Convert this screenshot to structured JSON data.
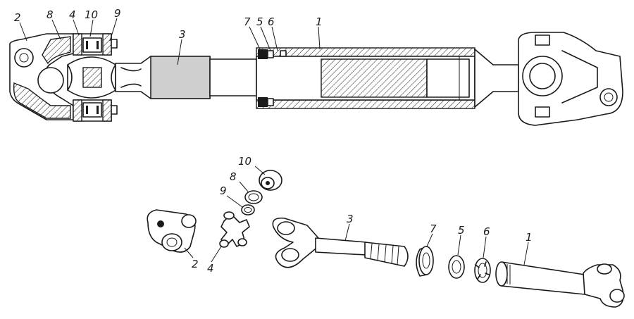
{
  "diagram": {
    "assembled_view": {
      "labels": [
        {
          "id": "yoke",
          "text": "2"
        },
        {
          "id": "seal",
          "text": "8"
        },
        {
          "id": "cross",
          "text": "4"
        },
        {
          "id": "bearing_cup",
          "text": "10"
        },
        {
          "id": "ring",
          "text": "9"
        },
        {
          "id": "shaft",
          "text": "3"
        },
        {
          "id": "boot_ring",
          "text": "7"
        },
        {
          "id": "seal_ring",
          "text": "5"
        },
        {
          "id": "lock_ring",
          "text": "6"
        },
        {
          "id": "tube",
          "text": "1"
        }
      ]
    },
    "exploded_view": {
      "labels": [
        {
          "id": "bearing_cup",
          "text": "10"
        },
        {
          "id": "seal",
          "text": "8"
        },
        {
          "id": "ring",
          "text": "9"
        },
        {
          "id": "yoke",
          "text": "2"
        },
        {
          "id": "cross",
          "text": "4"
        },
        {
          "id": "shaft",
          "text": "3"
        },
        {
          "id": "boot_ring",
          "text": "7"
        },
        {
          "id": "seal_ring",
          "text": "5"
        },
        {
          "id": "lock_ring",
          "text": "6"
        },
        {
          "id": "tube",
          "text": "1"
        }
      ]
    }
  }
}
